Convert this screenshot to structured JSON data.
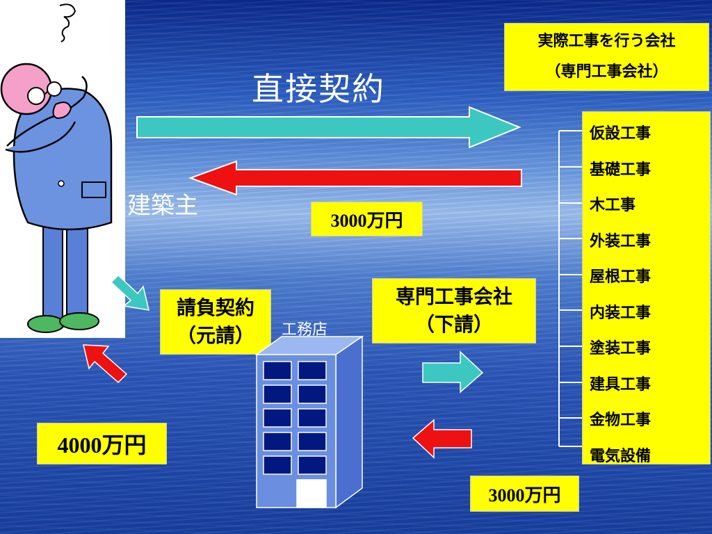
{
  "title": "直接契約",
  "owner_label": "建築主",
  "specialist_header": {
    "line1": "実際工事を行う会社",
    "line2": "（専門工事会社）"
  },
  "trades": [
    "仮設工事",
    "基礎工事",
    "木工事",
    "外装工事",
    "屋根工事",
    "内装工事",
    "塗装工事",
    "建具工事",
    "金物工事",
    "電気設備"
  ],
  "price_direct": "3000万円",
  "contract_box": {
    "line1": "請負契約",
    "line2": "（元請）"
  },
  "builder_label": "工務店",
  "subcontract_box": {
    "line1": "専門工事会社",
    "line2": "（下請）"
  },
  "price_total": "4000万円",
  "price_sub": "3000万円",
  "colors": {
    "teal_arrow": "#3cc8c0",
    "red_arrow": "#ee1111",
    "yellow_box": "#ffff00",
    "building": "#6a8fe0",
    "window": "#001880"
  }
}
